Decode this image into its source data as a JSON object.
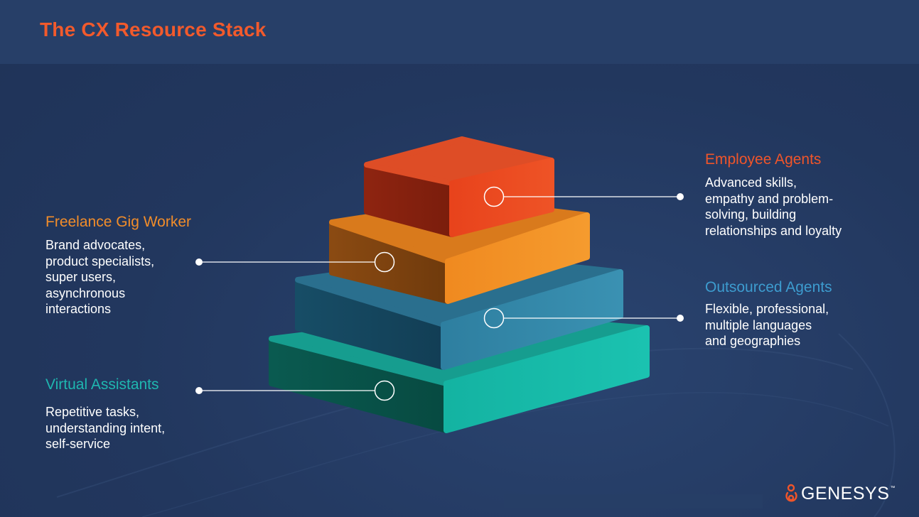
{
  "slide": {
    "title": "The CX Resource Stack"
  },
  "layers": [
    {
      "id": "employee",
      "title": "Employee Agents",
      "description": "Advanced skills,\nempathy and problem-\nsolving, building\nrelationships and loyalty",
      "color": "#f0552a"
    },
    {
      "id": "freelance",
      "title": "Freelance Gig Worker",
      "description": "Brand advocates,\nproduct specialists,\nsuper users,\nasynchronous\ninteractions",
      "color": "#f28d2a"
    },
    {
      "id": "outsourced",
      "title": "Outsourced Agents",
      "description": "Flexible, professional,\nmultiple languages\nand geographies",
      "color": "#3d9ccf"
    },
    {
      "id": "virtual",
      "title": "Virtual Assistants",
      "description": "Repetitive tasks,\nunderstanding intent,\nself-service",
      "color": "#1fb7b0"
    }
  ],
  "logo": {
    "icon": "genesys-logo-icon",
    "wordmark": "GENESYS",
    "trademark": "™"
  },
  "colors": {
    "background": "#22375e",
    "title_bar": "#273f68",
    "title": "#f25a2c"
  }
}
